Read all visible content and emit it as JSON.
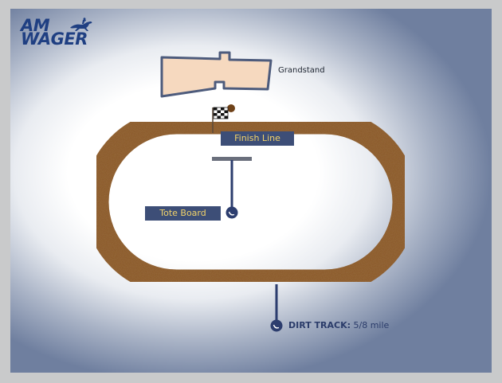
{
  "logo": {
    "line1": "AM",
    "line2": "WAGER",
    "horse_icon": "horse-rider-icon"
  },
  "labels": {
    "grandstand": "Grandstand",
    "finish_line": "Finish Line",
    "tote_board": "Tote Board",
    "dirt_track_title": "DIRT TRACK:",
    "dirt_track_length": "5/8 mile"
  },
  "icons": {
    "finish_flag": "checkered-flag-icon"
  },
  "colors": {
    "track": "#8a5626",
    "track_edge": "#6f4219",
    "grandstand_fill": "#f6d9bf",
    "grandstand_stroke": "#4d5b7c",
    "label_bg": "#3d4e77",
    "label_text": "#f2d36a",
    "marker": "#2c3d6e",
    "brand": "#1f3f82"
  }
}
